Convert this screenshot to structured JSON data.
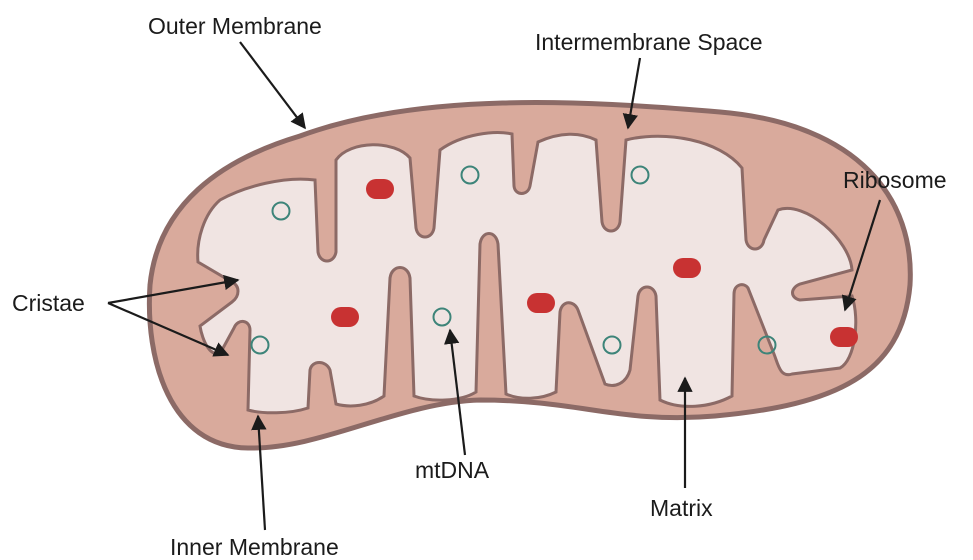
{
  "labels": {
    "outer_membrane": "Outer Membrane",
    "intermembrane_space": "Intermembrane Space",
    "ribosome": "Ribosome",
    "cristae": "Cristae",
    "mtdna": "mtDNA",
    "matrix": "Matrix",
    "inner_membrane": "Inner Membrane"
  },
  "colors": {
    "outer_fill": "#d9aa9c",
    "outer_stroke": "#8c6a66",
    "matrix_fill": "#f0e4e2",
    "ribosome": "#c83232",
    "mtdna_ring": "#3d8479",
    "text": "#1b1b1b"
  }
}
